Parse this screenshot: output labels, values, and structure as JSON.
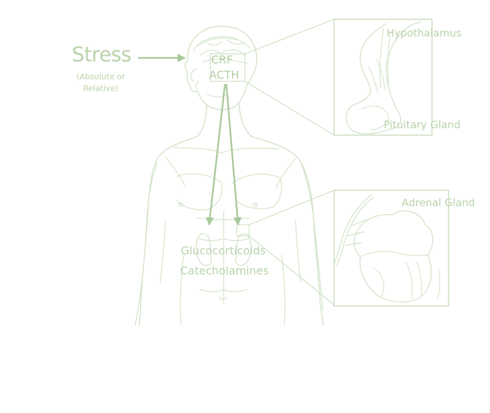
{
  "labels": {
    "stress": "Stress",
    "stress_qualifier": "(Absolute or Relative)",
    "crf": "CRF",
    "acth": "ACTH",
    "hypothalamus": "Hypothalamus",
    "pituitary_gland": "Pituitary Gland",
    "adrenal_gland": "Adrenal Gland",
    "glucocorticoids": "Glucocorticoids",
    "catecholamines": "Catecholamines"
  },
  "colors": {
    "line": "#c8dcbc",
    "arrow": "#a9c99a",
    "text": "#b9d3ab"
  }
}
